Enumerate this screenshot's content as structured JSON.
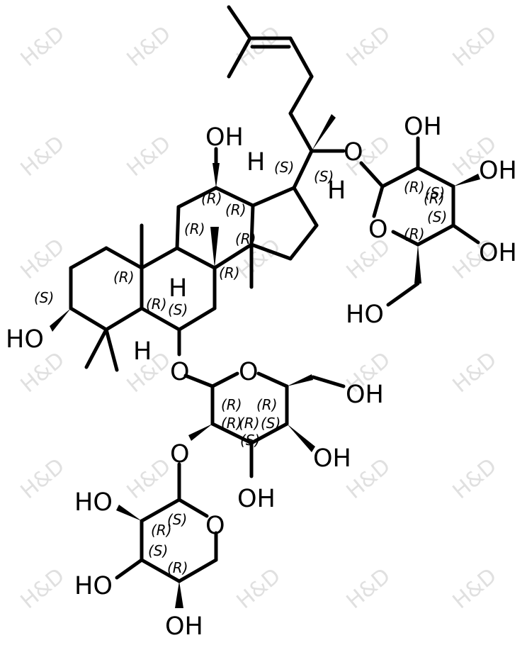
{
  "watermark": "H&D",
  "atoms": {
    "oh_12": "OH",
    "h_13": "H",
    "h_17": "H",
    "o_glyc20": "O",
    "oh_glc2_top": "OH",
    "oh_glc2_3": "OH",
    "oh_glc2_4": "OH",
    "o_ring2": "O",
    "hoch_glc2": "HO",
    "h_9": "H",
    "ho_3": "HO",
    "h_5": "H",
    "o_glyc6": "O",
    "o_ring1": "O",
    "oh_glc1_6": "OH",
    "o_link": "O",
    "oh_glc1_4": "OH",
    "oh_glc1_3": "OH",
    "ho_xyl2": "HO",
    "o_ring_xyl": "O",
    "ho_xyl3": "HO",
    "oh_xyl4": "OH"
  },
  "stereo": {
    "s1": "(S)",
    "s2": "(S)",
    "s3": "(R)",
    "s4": "(R)",
    "s5": "(R)",
    "s6": "(R)",
    "s7": "(R)",
    "s8": "(R)",
    "s9": "(R)",
    "s10": "(S)",
    "s11": "(S)",
    "s12": "(R)",
    "s13": "(R)",
    "s14": "(S)",
    "s15": "(S)",
    "s16": "(R)",
    "s17": "(R)",
    "s18": "(R)",
    "s19": "(R)",
    "s20": "(R)",
    "s21": "(S)",
    "s22": "(S)",
    "s23": "(R)",
    "s24": "(S)",
    "s25": "(R)",
    "s26": "(S)"
  }
}
